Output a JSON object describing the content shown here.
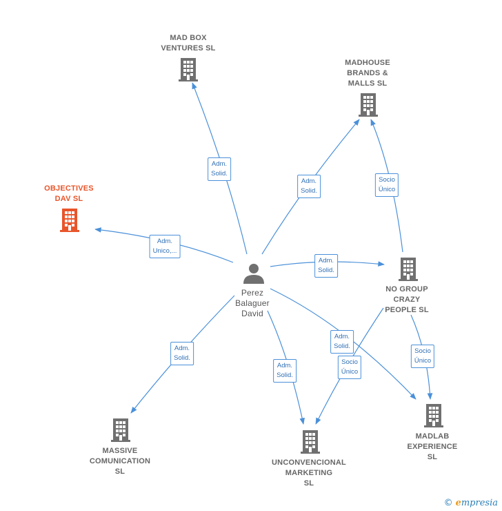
{
  "nodes": {
    "mad_box": {
      "label": "MAD BOX\nVENTURES  SL",
      "icon": "building-icon"
    },
    "madhouse": {
      "label": "MADHOUSE\nBRANDS &\nMALLS  SL",
      "icon": "building-icon"
    },
    "objectives": {
      "label": "OBJECTIVES\nDAV  SL",
      "icon": "building-icon",
      "color": "#e8552a"
    },
    "no_group": {
      "label": "NO GROUP\nCRAZY\nPEOPLE  SL",
      "icon": "building-icon"
    },
    "massive": {
      "label": "MASSIVE\nCOMUNICATION\nSL",
      "icon": "building-icon"
    },
    "unconvencional": {
      "label": "UNCONVENCIONAL\nMARKETING\nSL",
      "icon": "building-icon"
    },
    "madlab": {
      "label": "MADLAB\nEXPERIENCE\nSL",
      "icon": "building-icon"
    },
    "person": {
      "label": "Perez\nBalaguer\nDavid",
      "icon": "person-icon"
    }
  },
  "edges": {
    "to_mad_box": "Adm.\nSolid.",
    "to_madhouse": "Adm.\nSolid.",
    "no_group_to_madhouse": "Socio\nÚnico",
    "to_objectives": "Adm.\nUnico,...",
    "to_no_group": "Adm.\nSolid.",
    "to_massive": "Adm.\nSolid.",
    "to_unconvencional": "Adm.\nSolid.",
    "to_madlab": "Adm.\nSolid.",
    "no_group_to_unconvencional": "Socio\nÚnico",
    "no_group_to_madlab": "Socio\nÚnico"
  },
  "colors": {
    "edge": "#4a90d9",
    "node": "#707070",
    "main": "#e8552a"
  },
  "brand": {
    "copyright": "©",
    "e": "e",
    "rest": "mpresia"
  }
}
